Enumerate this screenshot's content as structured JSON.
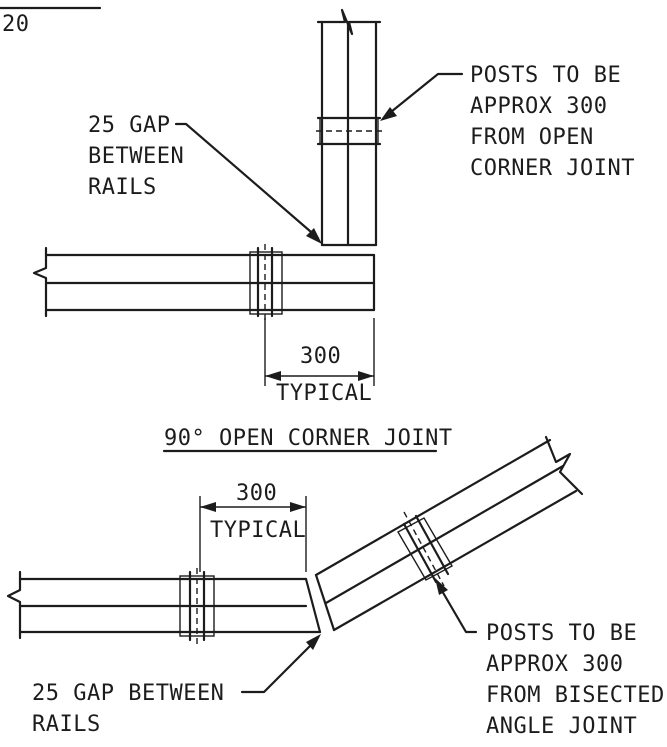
{
  "corner_number": "20",
  "open_corner": {
    "title": "90° OPEN CORNER JOINT",
    "gap_label": [
      "25 GAP",
      "BETWEEN",
      "RAILS"
    ],
    "posts_label": [
      "POSTS TO BE",
      "APPROX 300",
      "FROM OPEN",
      "CORNER JOINT"
    ],
    "dim_value": "300",
    "dim_note": "TYPICAL"
  },
  "bisected": {
    "dim_value": "300",
    "dim_note": "TYPICAL",
    "gap_label": [
      "25 GAP BETWEEN",
      "RAILS"
    ],
    "posts_label": [
      "POSTS TO BE",
      "APPROX 300",
      "FROM BISECTED",
      "ANGLE JOINT"
    ]
  },
  "colors": {
    "ink": "#1c1c1c",
    "paper": "#ffffff"
  }
}
